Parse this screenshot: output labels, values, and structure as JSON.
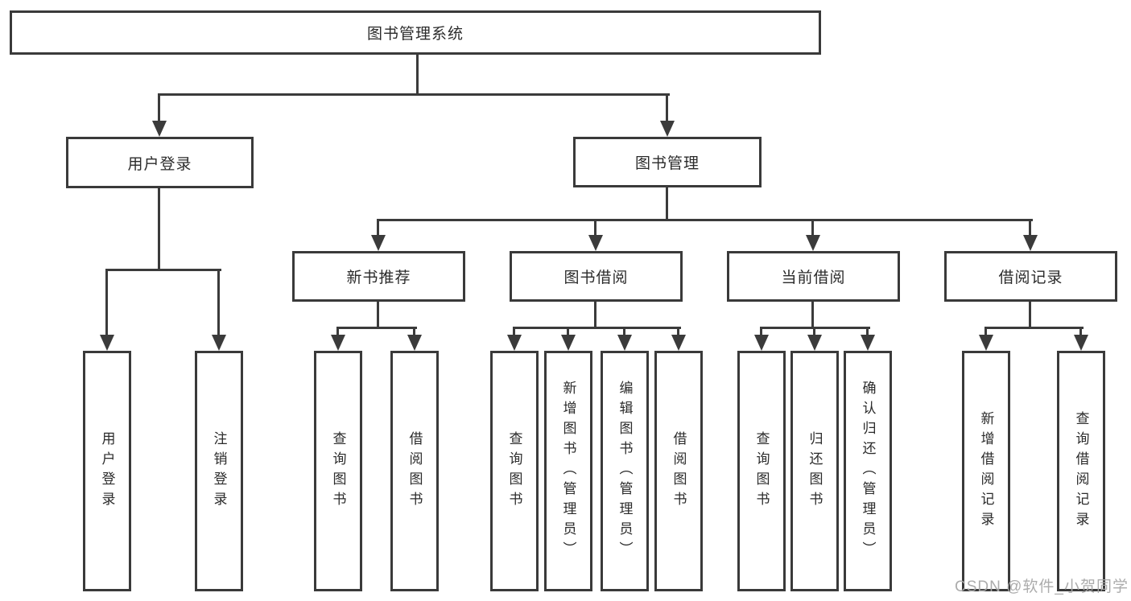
{
  "diagram": {
    "title": "图书管理系统",
    "root": "图书管理系统",
    "level1": {
      "user_login": "用户登录",
      "book_management": "图书管理"
    },
    "level2": {
      "new_book_recommend": "新书推荐",
      "book_borrowing": "图书借阅",
      "current_borrowing": "当前借阅",
      "borrowing_records": "借阅记录"
    },
    "leaves": {
      "user_login": "用户登录",
      "logout": "注销登录",
      "rec_query_book": "查询图书",
      "rec_borrow_book": "借阅图书",
      "bb_query_book": "查询图书",
      "bb_add_book": "新增图书（管理员）",
      "bb_edit_book": "编辑图书（管理员）",
      "bb_borrow_book": "借阅图书",
      "cb_query_book": "查询图书",
      "cb_return_book": "归还图书",
      "cb_confirm_return": "确认归还（管理员）",
      "br_add_record": "新增借阅记录",
      "br_query_record": "查询借阅记录"
    },
    "colors": {
      "line": "#3b3b3b",
      "text": "#2b2b2b",
      "box_background": "#ffffff",
      "watermark": "#a8a8a8"
    }
  },
  "watermark": "CSDN @软件_小贺同学"
}
